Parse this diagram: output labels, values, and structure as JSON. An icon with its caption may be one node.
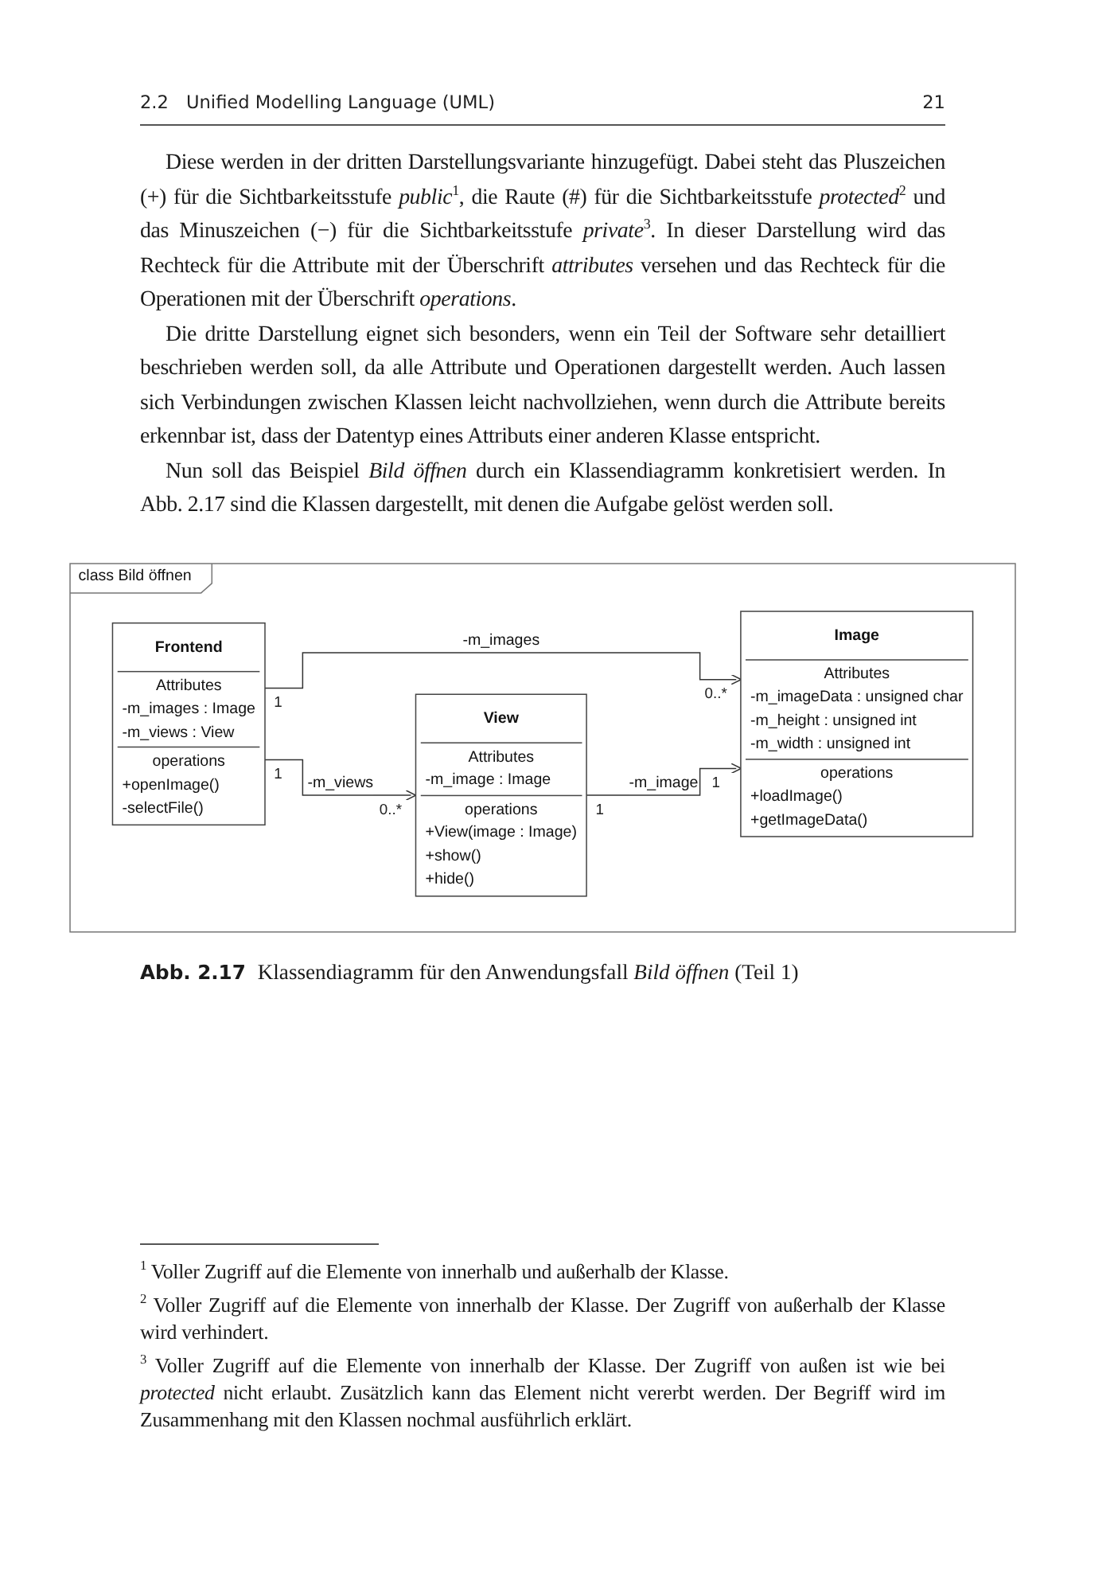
{
  "diagram": {
    "caption": "**Abb. 2.17** Klassendiagramm für den Anwendungsfall *Bild öffnen* (Teil 1)",
    "nodes": [
      {
        "text": [
          "class Bild öffnen"
        ]
      },
      {
        "text": [
          "Frontend",
          "Attributes",
          "-m_images : Image",
          "-m_views : View",
          "operations",
          "+openImage()",
          "-selectFile()"
        ],
        "in": 0
      },
      {
        "text": [
          "Image",
          "Attributes",
          "-m_imageData : unsigned char",
          "-m_height : unsigned int",
          "-m_width : unsigned int",
          "operations",
          "+loadImage()",
          "+getImageData()"
        ],
        "in": 0
      },
      {
        "text": [
          "View",
          "Attributes",
          "-m_image : Image",
          "operations",
          "+View(image : Image)",
          "+show()",
          "+hide()"
        ],
        "in": 0
      }
    ],
    "edges": [
      {
        "from": 1,
        "to": 2,
        "arrow": "to",
        "label": "-m_images"
      },
      {
        "from": 1,
        "to": 3,
        "arrow": "to",
        "label": "-m_views"
      },
      {
        "from": 3,
        "to": 2,
        "arrow": "to",
        "label": "-m_image"
      }
    ],
    "labels": [
      "2.2",
      "Unified Modelling Language (UML)",
      "21",
      "Diese werden in der dritten Darstellungsvariante hinzugefügt. Dabei steht das Pluszeichen (+) für die Sichtbarkeitsstufe *public*$^{1}$, die Raute (#) für die Sichtbarkeitsstufe *protected*$^{2}$ und das Minuszeichen (−) für die Sichtbarkeitsstufe *private*$^{3}$. In dieser Darstellung wird das Rechteck für die Attribute mit der Überschrift *attributes* versehen und das Rechteck für die Operationen mit der Überschrift *operations*.",
      "Die dritte Darstellung eignet sich besonders, wenn ein Teil der Software sehr detailliert beschrieben werden soll, da alle Attribute und Operationen dargestellt werden. Auch lassen sich Verbindungen zwischen Klassen leicht nachvollziehen, wenn durch die Attribute bereits erkennbar ist, dass der Datentyp eines Attributs einer anderen Klasse entspricht.",
      "Nun soll das Beispiel *Bild öffnen* durch ein Klassendiagramm konkretisiert werden. In Abb. 2.17 sind die Klassen dargestellt, mit denen die Aufgabe gelöst werden soll.",
      "1",
      "0..*",
      "1",
      "1",
      "0..*",
      "1",
      "$^{1}$ Voller Zugriff auf die Elemente von innerhalb und außerhalb der Klasse.",
      "$^{2}$ Voller Zugriff auf die Elemente von innerhalb der Klasse. Der Zugriff von außerhalb der Klasse wird verhindert.",
      "$^{3}$ Voller Zugriff auf die Elemente von innerhalb der Klasse. Der Zugriff von außen ist wie bei *protected* nicht erlaubt. Zusätzlich kann das Element nicht vererbt werden. Der Begriff wird im Zusammenhang mit den Klassen nochmal ausführlich erklärt."
    ]
  }
}
